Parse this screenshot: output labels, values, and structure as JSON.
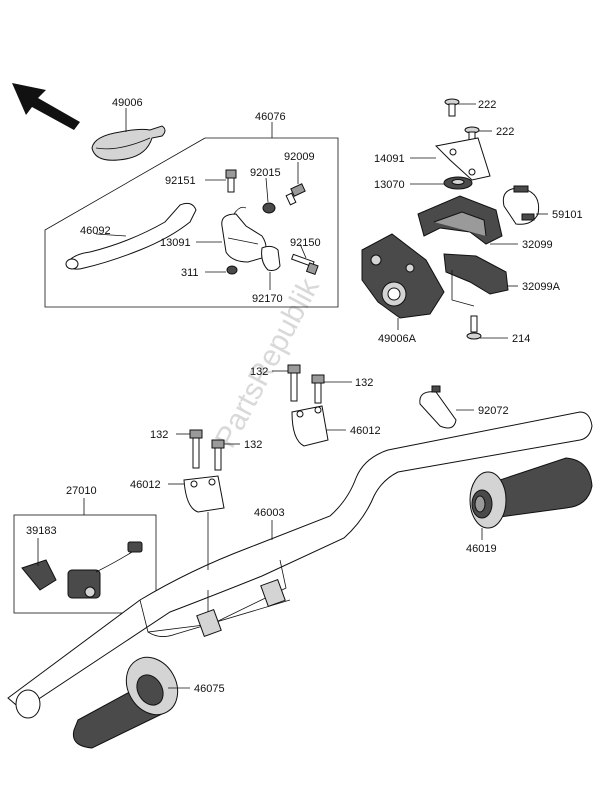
{
  "watermark": "PartsRepublik",
  "labels": {
    "p49006": "49006",
    "p46076": "46076",
    "p92151": "92151",
    "p92015": "92015",
    "p92009": "92009",
    "p46092": "46092",
    "p13091": "13091",
    "p92150": "92150",
    "p311": "311",
    "p92170": "92170",
    "p222a": "222",
    "p222b": "222",
    "p14091": "14091",
    "p13070": "13070",
    "p59101": "59101",
    "p32099": "32099",
    "p32099A": "32099A",
    "p49006A": "49006A",
    "p214": "214",
    "p132a": "132",
    "p132b": "132",
    "p46012a": "46012",
    "p132c": "132",
    "p132d": "132",
    "p92072": "92072",
    "p46012b": "46012",
    "p27010": "27010",
    "p39183": "39183",
    "p46003": "46003",
    "p46019": "46019",
    "p46075": "46075"
  },
  "icons": {
    "direction": "front-arrow-icon"
  }
}
